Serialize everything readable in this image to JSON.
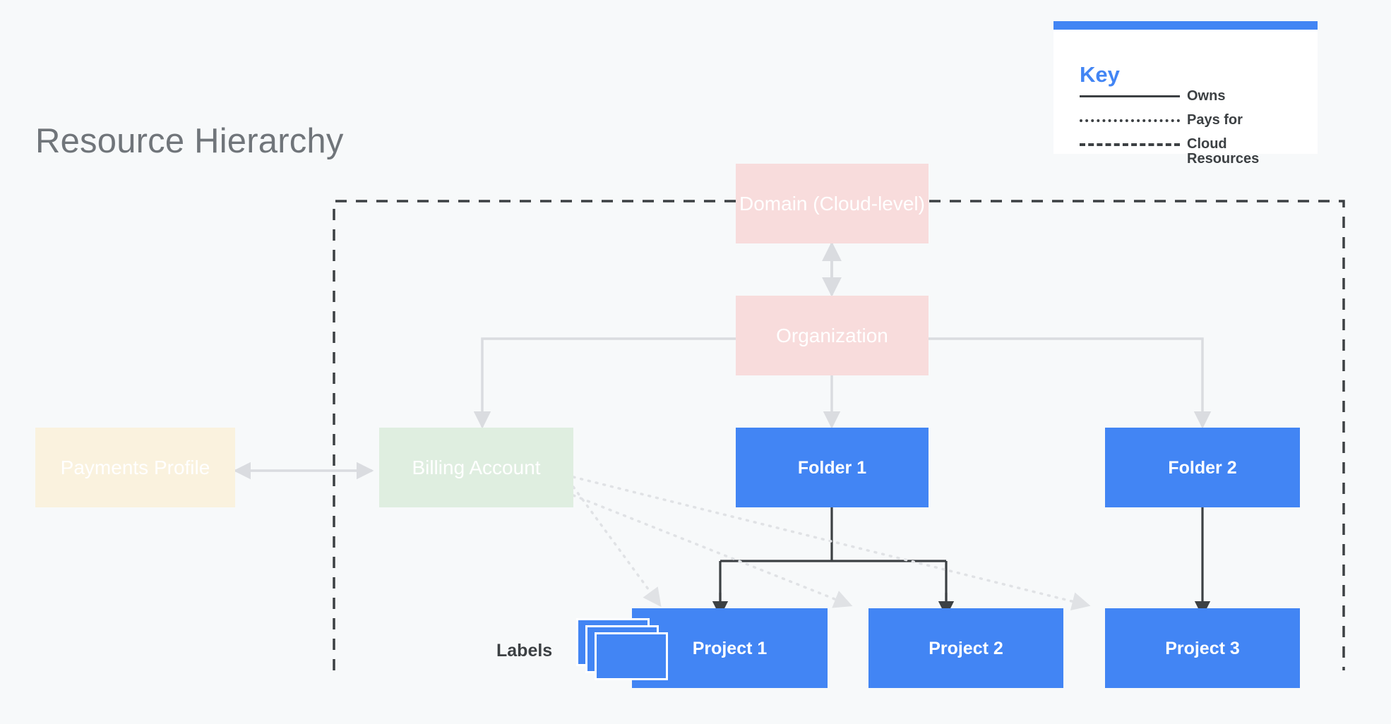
{
  "page": {
    "title": "Resource Hierarchy",
    "background_color": "#F7F9FA"
  },
  "colors": {
    "blue": "#4285F4",
    "pink": "#F8DCDC",
    "green": "#DFEEE0",
    "cream": "#FAF2DE",
    "title_gray": "#70757A",
    "edge_gray": "#DADCE0",
    "edge_dark": "#3C4043"
  },
  "key": {
    "title": "Key",
    "rows": [
      {
        "style": "solid",
        "label": "Owns"
      },
      {
        "style": "dotted",
        "label": "Pays for"
      },
      {
        "style": "dashed",
        "label": "Cloud Resources"
      }
    ]
  },
  "nodes": {
    "domain": {
      "label": "Domain (Cloud-level)",
      "color": "pink"
    },
    "organization": {
      "label": "Organization",
      "color": "pink"
    },
    "payments_profile": {
      "label": "Payments Profile",
      "color": "cream"
    },
    "billing_account": {
      "label": "Billing Account",
      "color": "green"
    },
    "folder_1": {
      "label": "Folder 1",
      "color": "blue"
    },
    "folder_2": {
      "label": "Folder 2",
      "color": "blue"
    },
    "project_1": {
      "label": "Project 1",
      "color": "blue"
    },
    "project_2": {
      "label": "Project 2",
      "color": "blue"
    },
    "project_3": {
      "label": "Project 3",
      "color": "blue"
    }
  },
  "labels_marker": {
    "text": "Labels"
  },
  "edges": [
    {
      "from": "domain",
      "to": "organization",
      "style": "owns",
      "direction": "both"
    },
    {
      "from": "organization",
      "to": "billing_account",
      "style": "owns",
      "direction": "down"
    },
    {
      "from": "organization",
      "to": "folder_1",
      "style": "owns",
      "direction": "down"
    },
    {
      "from": "organization",
      "to": "folder_2",
      "style": "owns",
      "direction": "down"
    },
    {
      "from": "payments_profile",
      "to": "billing_account",
      "style": "owns",
      "direction": "both"
    },
    {
      "from": "folder_1",
      "to": "project_1",
      "style": "owns",
      "direction": "down"
    },
    {
      "from": "folder_1",
      "to": "project_2",
      "style": "owns",
      "direction": "down"
    },
    {
      "from": "folder_2",
      "to": "project_3",
      "style": "owns",
      "direction": "down"
    },
    {
      "from": "billing_account",
      "to": "project_1",
      "style": "pays-for",
      "direction": "to"
    },
    {
      "from": "billing_account",
      "to": "project_2",
      "style": "pays-for",
      "direction": "to"
    },
    {
      "from": "billing_account",
      "to": "project_3",
      "style": "pays-for",
      "direction": "to"
    }
  ],
  "cloud_resources_boundary": {
    "style": "dashed",
    "description": "Cloud Resources"
  }
}
